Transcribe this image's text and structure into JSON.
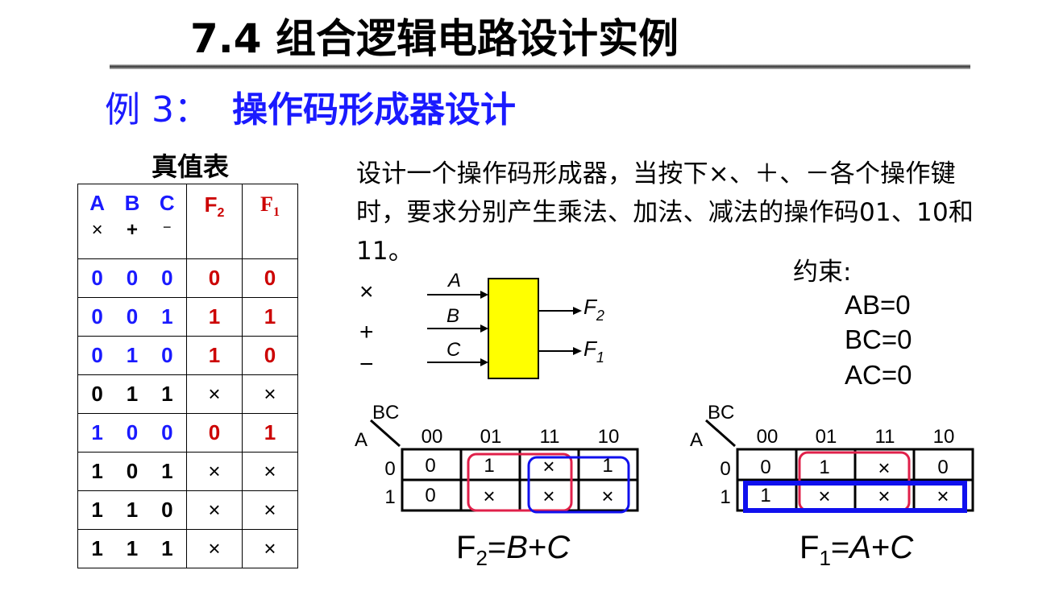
{
  "slide": {
    "title": "7.4 组合逻辑电路设计实例",
    "example_number": "例 3：",
    "example_title": "操作码形成器设计"
  },
  "truth_table": {
    "caption": "真值表",
    "input_headers": [
      "A",
      "B",
      "C"
    ],
    "input_symbols": [
      "×",
      "+",
      "−"
    ],
    "output_headers": [
      {
        "letter": "F",
        "sub": "2"
      },
      {
        "letter": "F",
        "sub": "1"
      }
    ],
    "rows": [
      {
        "inputs": [
          "0",
          "0",
          "0"
        ],
        "f2": "0",
        "f1": "0"
      },
      {
        "inputs": [
          "0",
          "0",
          "1"
        ],
        "f2": "1",
        "f1": "1"
      },
      {
        "inputs": [
          "0",
          "1",
          "0"
        ],
        "f2": "1",
        "f1": "0"
      },
      {
        "inputs": [
          "0",
          "1",
          "1"
        ],
        "f2": "×",
        "f1": "×"
      },
      {
        "inputs": [
          "1",
          "0",
          "0"
        ],
        "f2": "0",
        "f1": "1"
      },
      {
        "inputs": [
          "1",
          "0",
          "1"
        ],
        "f2": "×",
        "f1": "×"
      },
      {
        "inputs": [
          "1",
          "1",
          "0"
        ],
        "f2": "×",
        "f1": "×"
      },
      {
        "inputs": [
          "1",
          "1",
          "1"
        ],
        "f2": "×",
        "f1": "×"
      }
    ]
  },
  "problem": {
    "text": "设计一个操作码形成器，当按下×、＋、－各个操作键时，要求分别产生乘法、加法、减法的操作码01、10和11。"
  },
  "block_diagram": {
    "keys": [
      "×",
      "+",
      "−"
    ],
    "inputs": [
      "A",
      "B",
      "C"
    ],
    "outputs": [
      {
        "letter": "F",
        "sub": "2"
      },
      {
        "letter": "F",
        "sub": "1"
      }
    ],
    "colors": {
      "block_fill": "#ffff00"
    }
  },
  "constraints": {
    "label": "约束:",
    "items": [
      "AB=0",
      "BC=0",
      "AC=0"
    ]
  },
  "kmaps": [
    {
      "row_var": "A",
      "col_var": "BC",
      "col_labels": [
        "00",
        "01",
        "11",
        "10"
      ],
      "row_labels": [
        "0",
        "1"
      ],
      "cells": [
        [
          "0",
          "1",
          "×",
          "1"
        ],
        [
          "0",
          "×",
          "×",
          "×"
        ]
      ],
      "formula": {
        "lhs_letter": "F",
        "lhs_sub": "2",
        "eq": "=",
        "rhs": [
          "B",
          "+",
          "C"
        ]
      }
    },
    {
      "row_var": "A",
      "col_var": "BC",
      "col_labels": [
        "00",
        "01",
        "11",
        "10"
      ],
      "row_labels": [
        "0",
        "1"
      ],
      "cells": [
        [
          "0",
          "1",
          "×",
          "0"
        ],
        [
          "1",
          "×",
          "×",
          "×"
        ]
      ],
      "formula": {
        "lhs_letter": "F",
        "lhs_sub": "1",
        "eq": "=",
        "rhs": [
          "A",
          "+",
          "C"
        ]
      }
    }
  ],
  "colors": {
    "heading_blue": "#1a1aff",
    "output_red": "#cc0000",
    "group_red": "#e0204a",
    "group_blue": "#1010ee"
  }
}
